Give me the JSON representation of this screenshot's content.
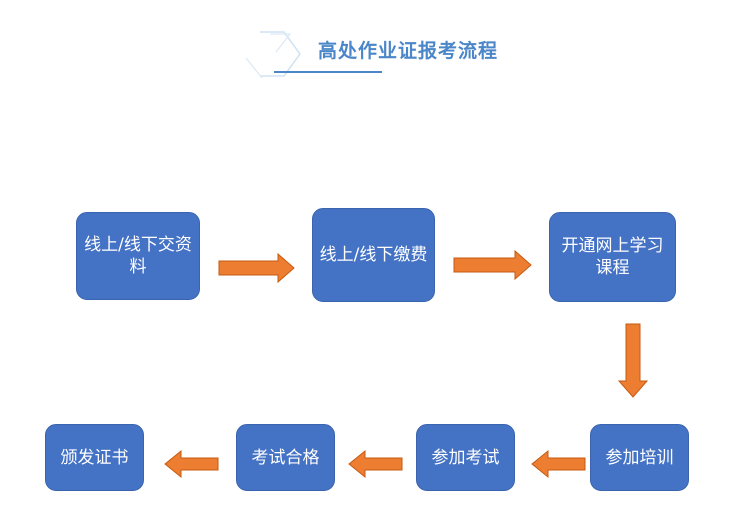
{
  "header": {
    "title": "高处作业证报考流程"
  },
  "colors": {
    "box": "#4472c4",
    "arrow": "#ed7d31",
    "title": "#4a86c8"
  },
  "steps": [
    {
      "label": "线上/线下交资料"
    },
    {
      "label": "线上/线下缴费"
    },
    {
      "label": "开通网上学习课程"
    },
    {
      "label": "参加培训"
    },
    {
      "label": "参加考试"
    },
    {
      "label": "考试合格"
    },
    {
      "label": "颁发证书"
    }
  ]
}
